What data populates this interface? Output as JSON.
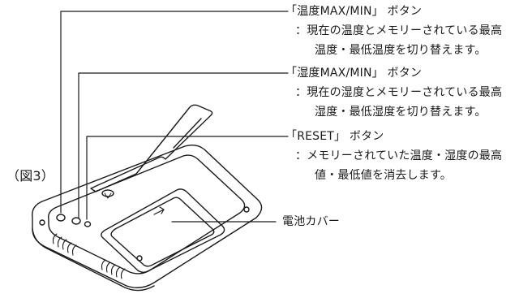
{
  "figure_label": "（図3）",
  "callouts": [
    {
      "title": "「温度MAX/MIN」 ボタン",
      "desc_line1": "：現在の温度とメモリーされている最高",
      "desc_line2": "温度・最低温度を切り替えます。"
    },
    {
      "title": "「湿度MAX/MIN」 ボタン",
      "desc_line1": "：現在の湿度とメモリーされている最高",
      "desc_line2": "湿度・最低湿度を切り替えます。"
    },
    {
      "title": "「RESET」 ボタン",
      "desc_line1": "：メモリーされていた温度・湿度の最高",
      "desc_line2": "値・最低値を消去します。"
    },
    {
      "title": "電池カバー"
    }
  ]
}
